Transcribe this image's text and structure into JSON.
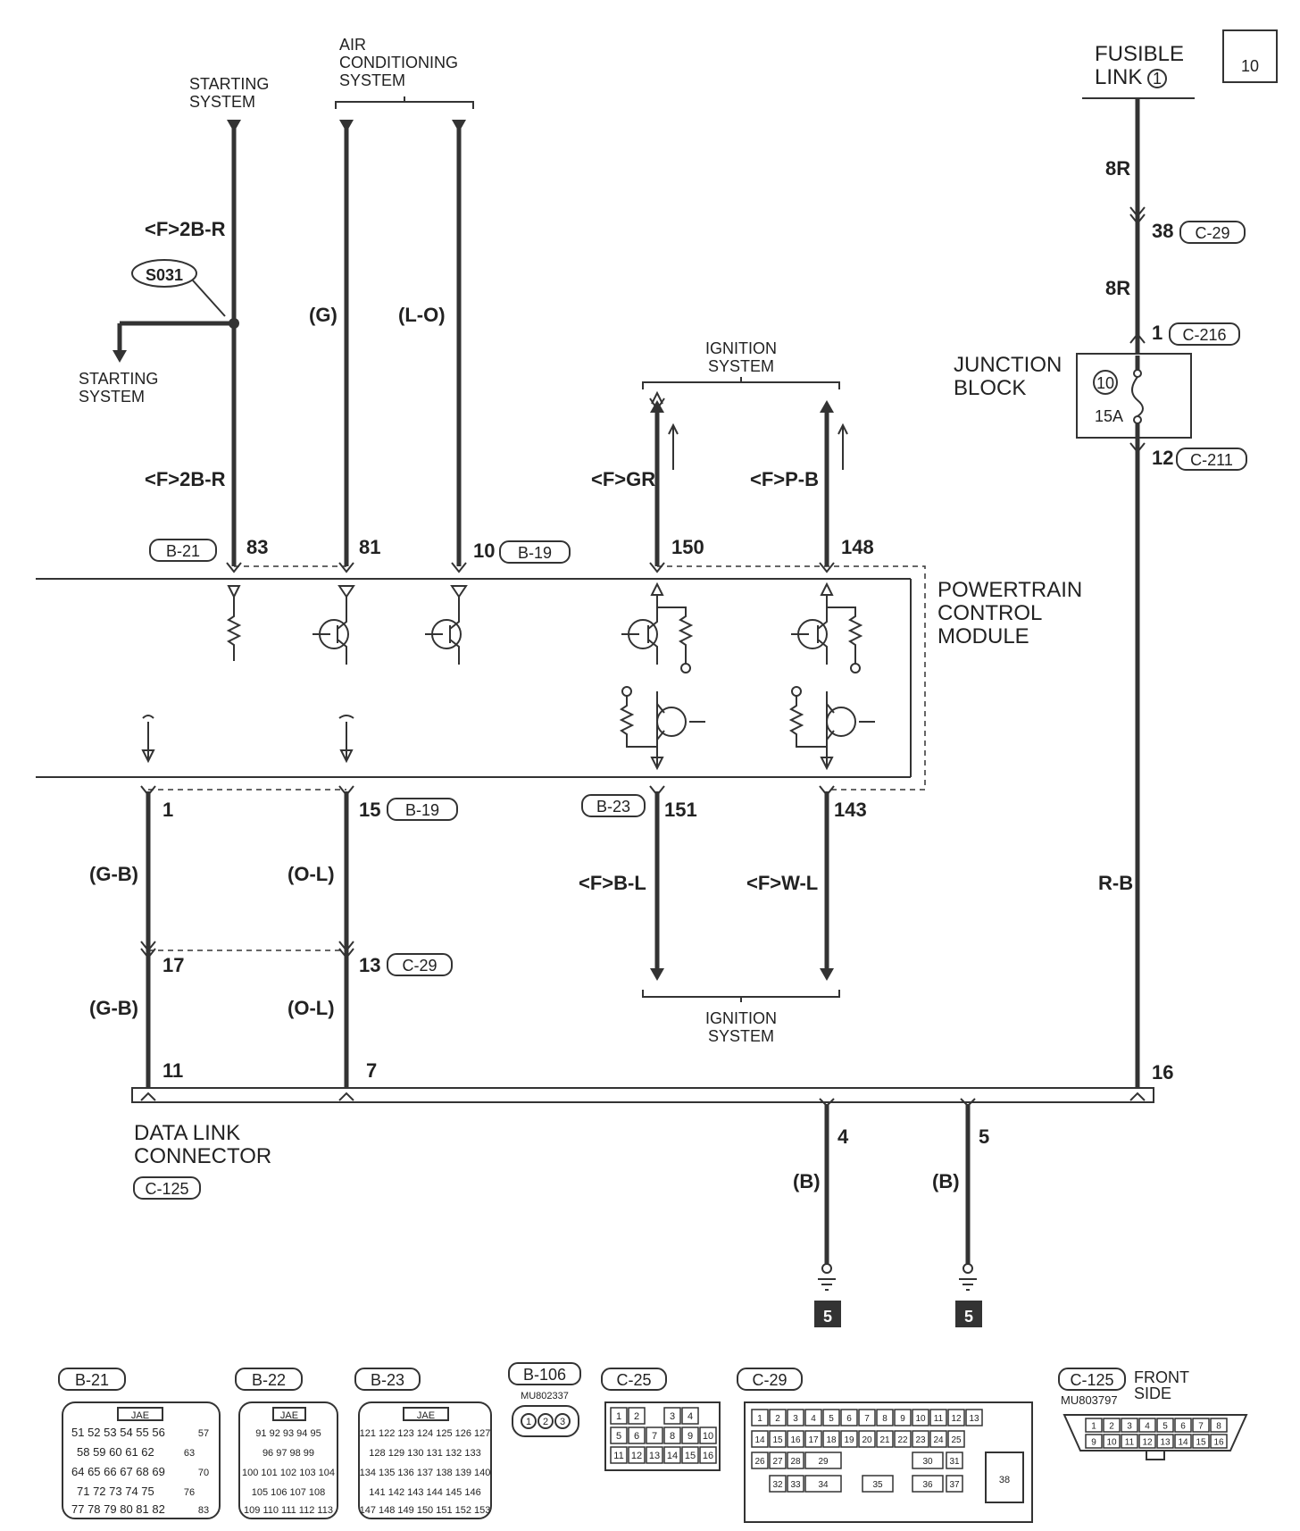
{
  "page_number": "10",
  "fusible_link": {
    "label_line1": "FUSIBLE",
    "label_line2": "LINK",
    "number": "1"
  },
  "junction_block": {
    "line1": "JUNCTION",
    "line2": "BLOCK",
    "fuse_number": "10",
    "fuse_rating": "15A"
  },
  "systems": {
    "starting_top_1": "STARTING",
    "starting_top_2": "SYSTEM",
    "ac_1": "AIR",
    "ac_2": "CONDITIONING",
    "ac_3": "SYSTEM",
    "starting_side_1": "STARTING",
    "starting_side_2": "SYSTEM",
    "ignition_top_1": "IGNITION",
    "ignition_top_2": "SYSTEM",
    "ignition_bottom_1": "IGNITION",
    "ignition_bottom_2": "SYSTEM"
  },
  "pcm": {
    "line1": "POWERTRAIN",
    "line2": "CONTROL",
    "line3": "MODULE"
  },
  "dlc": {
    "line1": "DATA LINK",
    "line2": "CONNECTOR",
    "connector": "C-125"
  },
  "splice": "S031",
  "wire_colors": {
    "starting_upper": "<F>2B-R",
    "starting_lower": "<F>2B-R",
    "ac_g": "(G)",
    "ac_lo": "(L-O)",
    "ign_gr": "<F>GR",
    "ign_pb": "<F>P-B",
    "fl_8r_a": "8R",
    "fl_8r_b": "8R",
    "rb": "R-B",
    "gb_a": "(G-B)",
    "gb_b": "(G-B)",
    "ol_a": "(O-L)",
    "ol_b": "(O-L)",
    "bl": "<F>B-L",
    "wl": "<F>W-L",
    "b_4": "(B)",
    "b_5": "(B)"
  },
  "connectors": {
    "b21": "B-21",
    "b19_a": "B-19",
    "b19_b": "B-19",
    "b23": "B-23",
    "c29_a": "C-29",
    "c29_b": "C-29",
    "c216": "C-216",
    "c211": "C-211"
  },
  "pins": {
    "p83": "83",
    "p81": "81",
    "p10": "10",
    "p150": "150",
    "p148": "148",
    "p1": "1",
    "p15": "15",
    "p151": "151",
    "p143": "143",
    "p17": "17",
    "p13": "13",
    "p11": "11",
    "p7": "7",
    "p16": "16",
    "p4": "4",
    "p5": "5",
    "p38": "38",
    "p1c216": "1",
    "p12": "12"
  },
  "ground_ref_a": "5",
  "ground_ref_b": "5",
  "connector_views": {
    "b21": {
      "label": "B-21",
      "maker": "JAE",
      "rows": [
        "51 52 53 54 55 56",
        "58 59 60 61 62",
        "64 65 66 67 68 69",
        "71 72 73 74 75",
        "77 78 79 80 81 82"
      ],
      "side": [
        "57",
        "63",
        "70",
        "76",
        "83"
      ]
    },
    "b22": {
      "label": "B-22",
      "maker": "JAE",
      "rows": [
        "91 92 93 94 95",
        "96 97 98 99",
        "100 101 102 103 104",
        "105 106 107 108",
        "109 110 111 112 113"
      ]
    },
    "b23": {
      "label": "B-23",
      "maker": "JAE",
      "rows": [
        "121 122 123 124 125 126 127",
        "128 129 130 131 132 133",
        "134 135 136 137 138 139 140",
        "141 142 143 144 145 146",
        "147 148 149 150 151 152 153"
      ]
    },
    "b106": {
      "label": "B-106",
      "part": "MU802337",
      "pins": [
        "1",
        "2",
        "3"
      ]
    },
    "c25": {
      "label": "C-25",
      "rows": [
        [
          "1",
          "2",
          "",
          "3",
          "4"
        ],
        [
          "5",
          "6",
          "7",
          "8",
          "9",
          "10"
        ],
        [
          "11",
          "12",
          "13",
          "14",
          "15",
          "16"
        ]
      ]
    },
    "c29": {
      "label": "C-29",
      "row1": [
        "1",
        "2",
        "3",
        "4",
        "5",
        "6",
        "7",
        "8",
        "9",
        "10",
        "11",
        "12",
        "13"
      ],
      "row2": [
        "14",
        "15",
        "16",
        "17",
        "18",
        "19",
        "20",
        "21",
        "22",
        "23",
        "24",
        "25"
      ],
      "row3": [
        "26",
        "27",
        "28",
        "29",
        "30",
        "31"
      ],
      "row4": [
        "32",
        "33",
        "34",
        "35",
        "36",
        "37"
      ],
      "big": "38"
    },
    "c125": {
      "label": "C-125",
      "side_1": "FRONT",
      "side_2": "SIDE",
      "part": "MU803797",
      "row1": [
        "1",
        "2",
        "3",
        "4",
        "5",
        "6",
        "7",
        "8"
      ],
      "row2": [
        "9",
        "10",
        "11",
        "12",
        "13",
        "14",
        "15",
        "16"
      ]
    }
  }
}
